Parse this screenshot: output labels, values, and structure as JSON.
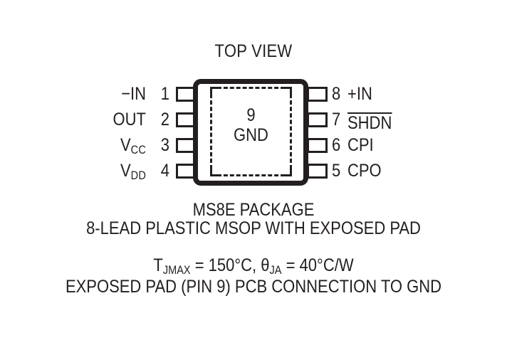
{
  "diagram": {
    "title": "TOP VIEW",
    "colors": {
      "ink": "#231f20",
      "background": "#ffffff"
    },
    "package_body": {
      "exposed_pad": {
        "pin_number": "9",
        "pin_name": "GND"
      }
    },
    "pins_left": [
      {
        "number": "1",
        "name": "−IN",
        "name_base": "−IN",
        "subscript": "",
        "overbar": false
      },
      {
        "number": "2",
        "name": "OUT",
        "name_base": "OUT",
        "subscript": "",
        "overbar": false
      },
      {
        "number": "3",
        "name": "VCC",
        "name_base": "V",
        "subscript": "CC",
        "overbar": false
      },
      {
        "number": "4",
        "name": "VDD",
        "name_base": "V",
        "subscript": "DD",
        "overbar": false
      }
    ],
    "pins_right": [
      {
        "number": "8",
        "name": "+IN",
        "name_base": "+IN",
        "subscript": "",
        "overbar": false
      },
      {
        "number": "7",
        "name": "SHDN",
        "name_base": "SHDN",
        "subscript": "",
        "overbar": true
      },
      {
        "number": "6",
        "name": "CPI",
        "name_base": "CPI",
        "subscript": "",
        "overbar": false
      },
      {
        "number": "5",
        "name": "CPO",
        "name_base": "CPO",
        "subscript": "",
        "overbar": false
      }
    ]
  },
  "caption": {
    "package_name": "MS8E PACKAGE",
    "package_description": "8-LEAD PLASTIC MSOP WITH EXPOSED PAD",
    "thermal": {
      "tjmax_symbol": "T",
      "tjmax_subscript": "JMAX",
      "tjmax_value": " = 150°C, ",
      "theta_symbol": "θ",
      "theta_subscript": "JA",
      "theta_value": " = 40°C/W",
      "full_text": "TJMAX = 150°C, θJA = 40°C/W"
    },
    "pad_note": "EXPOSED PAD (PIN 9) PCB CONNECTION TO GND"
  }
}
